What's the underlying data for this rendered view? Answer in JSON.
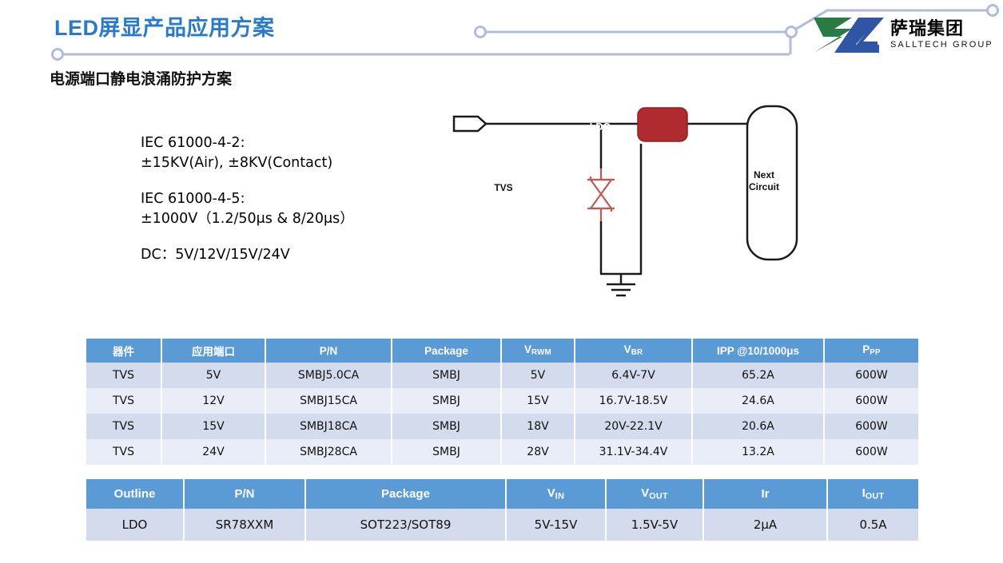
{
  "header": {
    "title": "LED屏显产品应用方案",
    "section_title": "电源端口静电浪涌防护方案",
    "title_color": "#2a7ac8",
    "decoration_color": "#aebddf"
  },
  "brand": {
    "name_cn": "萨瑞集团",
    "name_en": "SALLTECH GROUP",
    "mark_green": "#2a7a44",
    "mark_blue": "#2f55a4"
  },
  "spec": {
    "groups": [
      {
        "lines": [
          "IEC 61000-4-2:",
          "±15KV(Air), ±8KV(Contact)"
        ]
      },
      {
        "lines": [
          "IEC 61000-4-5:",
          "±1000V（1.2/50μs & 8/20μs）"
        ]
      },
      {
        "lines": [
          "DC：5V/12V/15V/24V"
        ]
      }
    ]
  },
  "circuit": {
    "ldo_label": "LDO",
    "tvs_label": "TVS",
    "next_circuit_label_line1": "Next",
    "next_circuit_label_line2": "Circuit",
    "ldo_fill": "#b02b2f",
    "tvs_color": "#c05a58",
    "wire_color": "#1a1a1a"
  },
  "tvs_table": {
    "headers": [
      {
        "text": "器件",
        "sub": ""
      },
      {
        "text": "应用端口",
        "sub": ""
      },
      {
        "text": "P/N",
        "sub": ""
      },
      {
        "text": "Package",
        "sub": ""
      },
      {
        "text": "V",
        "sub": "RWM"
      },
      {
        "text": "V",
        "sub": "BR"
      },
      {
        "text": "IPP @10/1000μs",
        "sub": ""
      },
      {
        "text": "P",
        "sub": "PP"
      }
    ],
    "rows": [
      [
        "TVS",
        "5V",
        "SMBJ5.0CA",
        "SMBJ",
        "5V",
        "6.4V-7V",
        "65.2A",
        "600W"
      ],
      [
        "TVS",
        "12V",
        "SMBJ15CA",
        "SMBJ",
        "15V",
        "16.7V-18.5V",
        "24.6A",
        "600W"
      ],
      [
        "TVS",
        "15V",
        "SMBJ18CA",
        "SMBJ",
        "18V",
        "20V-22.1V",
        "20.6A",
        "600W"
      ],
      [
        "TVS",
        "24V",
        "SMBJ28CA",
        "SMBJ",
        "28V",
        "31.1V-34.4V",
        "13.2A",
        "600W"
      ]
    ]
  },
  "ldo_table": {
    "headers": [
      {
        "text": "Outline",
        "sub": ""
      },
      {
        "text": "P/N",
        "sub": ""
      },
      {
        "text": "Package",
        "sub": ""
      },
      {
        "text": "V",
        "sub": "IN"
      },
      {
        "text": "V",
        "sub": "OUT"
      },
      {
        "text": "Ir",
        "sub": ""
      },
      {
        "text": "I",
        "sub": "OUT"
      }
    ],
    "rows": [
      [
        "LDO",
        "SR78XXM",
        "SOT223/SOT89",
        "5V-15V",
        "1.5V-5V",
        "2μA",
        "0.5A"
      ]
    ]
  },
  "colors": {
    "table_header_bg": "#5b9bd5",
    "row_odd_bg": "#d3dbec",
    "row_even_bg": "#e8edf7"
  }
}
